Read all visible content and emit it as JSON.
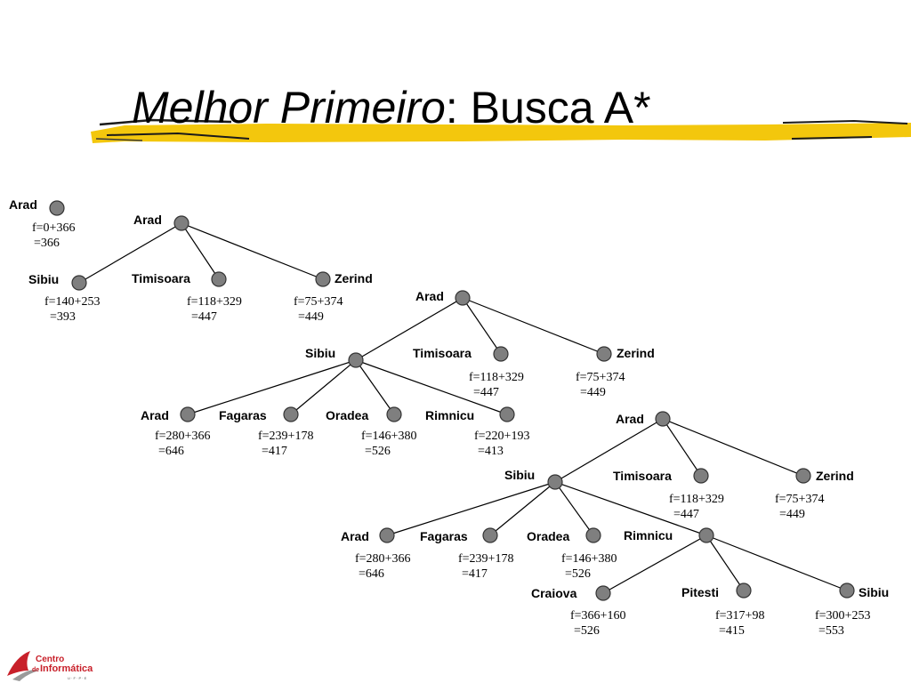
{
  "title": {
    "italic": "Melhor Primeiro",
    "rest": ": Busca A*"
  },
  "colors": {
    "node_fill": "#7f7f7f",
    "highlight": "#f2c400",
    "logo_red": "#c8202a"
  },
  "logo": {
    "line1": "Centro",
    "line2_prefix": "de",
    "line2_main": "Informática",
    "sub": "U · F · P · E"
  },
  "tree1": {
    "root": {
      "label": "Arad",
      "f1": "f=0+366",
      "f2": "=366"
    },
    "sibiu": {
      "label": "Sibiu",
      "f1": "f=140+253",
      "f2": "=393"
    },
    "timisoara": {
      "label": "Timisoara",
      "f1": "f=118+329",
      "f2": "=447"
    },
    "zerind": {
      "label": "Zerind",
      "f1": "f=75+374",
      "f2": "=449"
    }
  },
  "tree2": {
    "root": {
      "label": "Arad"
    },
    "sibiu": {
      "label": "Sibiu"
    },
    "timisoara": {
      "label": "Timisoara",
      "f1": "f=118+329",
      "f2": "=447"
    },
    "zerind": {
      "label": "Zerind",
      "f1": "f=75+374",
      "f2": "=449"
    },
    "arad": {
      "label": "Arad",
      "f1": "f=280+366",
      "f2": "=646"
    },
    "fagaras": {
      "label": "Fagaras",
      "f1": "f=239+178",
      "f2": "=417"
    },
    "oradea": {
      "label": "Oradea",
      "f1": "f=146+380",
      "f2": "=526"
    },
    "rimnicu": {
      "label": "Rimnicu",
      "f1": "f=220+193",
      "f2": "=413"
    }
  },
  "tree3": {
    "root": {
      "label": "Arad"
    },
    "sibiu": {
      "label": "Sibiu"
    },
    "timisoara": {
      "label": "Timisoara",
      "f1": "f=118+329",
      "f2": "=447"
    },
    "zerind": {
      "label": "Zerind",
      "f1": "f=75+374",
      "f2": "=449"
    },
    "arad": {
      "label": "Arad",
      "f1": "f=280+366",
      "f2": "=646"
    },
    "fagaras": {
      "label": "Fagaras",
      "f1": "f=239+178",
      "f2": "=417"
    },
    "oradea": {
      "label": "Oradea",
      "f1": "f=146+380",
      "f2": "=526"
    },
    "rimnicu": {
      "label": "Rimnicu"
    },
    "craiova": {
      "label": "Craiova",
      "f1": "f=366+160",
      "f2": "=526"
    },
    "pitesti": {
      "label": "Pitesti",
      "f1": "f=317+98",
      "f2": "=415"
    },
    "sibiu2": {
      "label": "Sibiu",
      "f1": "f=300+253",
      "f2": "=553"
    }
  }
}
